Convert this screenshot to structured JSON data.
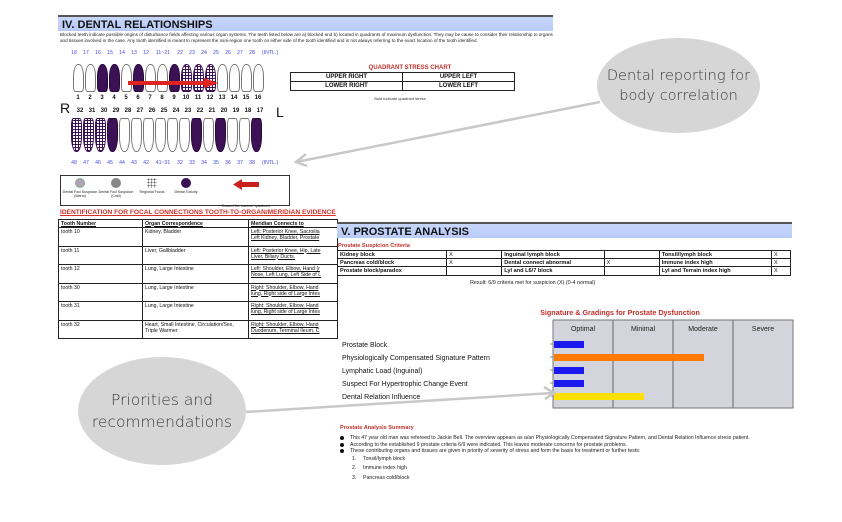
{
  "dental": {
    "title": "IV. DENTAL RELATIONSHIPS",
    "intro": "Blocked teeth indicate possible origins of disturbance fields affecting various organ systems. The teeth listed below are a) blocked and b) located in quadrants of maximum dysfunction. They may be cause to consider their relationship to organs and tissues involved in the case. Any tooth identified is meant to represent the mini-region one tooth on either side of the tooth identified and is not always referring to the exact location of the tooth identified.",
    "intl_upper": [
      "18",
      "17",
      "16",
      "15",
      "14",
      "13",
      "12",
      "11~21",
      "22",
      "23",
      "24",
      "25",
      "26",
      "27",
      "28",
      "(INTL.)"
    ],
    "intl_lower": [
      "48",
      "47",
      "46",
      "45",
      "44",
      "43",
      "42",
      "41~31",
      "32",
      "33",
      "34",
      "35",
      "36",
      "37",
      "38",
      "(INTL.)"
    ],
    "upper_numbers": [
      "1",
      "2",
      "3",
      "4",
      "5",
      "6",
      "7",
      "8",
      "9",
      "10",
      "11",
      "12",
      "13",
      "14",
      "15",
      "16"
    ],
    "lower_numbers": [
      "32",
      "31",
      "30",
      "29",
      "28",
      "27",
      "26",
      "25",
      "24",
      "23",
      "22",
      "21",
      "20",
      "19",
      "18",
      "17"
    ],
    "upper_teeth_status": [
      "normal",
      "normal",
      "toxic",
      "toxic",
      "normal",
      "toxic",
      "normal",
      "normal",
      "toxic",
      "check",
      "check",
      "check",
      "normal",
      "normal",
      "normal",
      "normal"
    ],
    "lower_teeth_status": [
      "check",
      "check",
      "check",
      "toxic",
      "normal",
      "normal",
      "normal",
      "normal",
      "normal",
      "normal",
      "toxic",
      "normal",
      "toxic",
      "normal",
      "normal",
      "toxic"
    ],
    "right_label": "R",
    "left_label": "L",
    "arrow_color": "#e0241f",
    "toxic_color": "#3c1155"
  },
  "quadrant": {
    "title": "QUADRANT STRESS CHART",
    "upper_right": "UPPER RIGHT",
    "upper_left": "UPPER LEFT",
    "lower_right": "LOWER RIGHT",
    "lower_left": "LOWER LEFT",
    "note": "Bold indicate quadrant stress"
  },
  "legend": {
    "items": [
      {
        "icon": "warm-foci-icon",
        "label": "Dental Foci Suspicion (Warm)"
      },
      {
        "icon": "cold-foci-icon",
        "label": "Dental Foci Suspicion (Cold)"
      },
      {
        "icon": "regional-focus-icon",
        "label": "Regional Focus"
      },
      {
        "icon": "dental-toxicity-icon",
        "label": "Dental Toxicity"
      }
    ],
    "arrow_label": "Toward the warmer quadrant"
  },
  "focal": {
    "title": "IDENTIFICATION FOR FOCAL CONNECTIONS TOOTH-TO-ORGAN/MERIDIAN EVIDENCE",
    "headers": [
      "Tooth Number",
      "Organ Correspondence",
      "Meridian Connects to"
    ],
    "rows": [
      {
        "tooth": "tooth 10",
        "organ": "Kidney, Bladder",
        "meridian1": "Left: Posterior Knee, Sacroilia",
        "meridian2": "Left Kidney, Bladder, Prostate"
      },
      {
        "tooth": "tooth 11",
        "organ": "Liver, Gallbladder",
        "meridian1": "Left: Posterior Knee, Hip, Late",
        "meridian2": "Liver, Biliary Ducts."
      },
      {
        "tooth": "tooth 12",
        "organ": "Lung, Large Intestine",
        "meridian1": "Left: Shoulder, Elbow, Hand (r",
        "meridian2": "Nose, Left Lung, Left Side of L"
      },
      {
        "tooth": "tooth 30",
        "organ": "Lung, Large Intestine",
        "meridian1": "Right: Shoulder, Elbow, Hand",
        "meridian2": "lung, Right side of Large Intes"
      },
      {
        "tooth": "tooth 31",
        "organ": "Lung, Large Intestine",
        "meridian1": "Right: Shoulder, Elbow, Hand",
        "meridian2": "lung, Right side of Large Intes"
      },
      {
        "tooth": "tooth 32",
        "organ": "Heart, Small Intestine, Circulation/Sex, Triple Warmer",
        "meridian1": "Right: Shoulder, Elbow, Hand",
        "meridian2": "Duodenum, Terminal Ileum, C"
      }
    ]
  },
  "prostate": {
    "title": "V. PROSTATE ANALYSIS",
    "criteria_title": "Prostate Suspicion Criteria",
    "criteria": [
      [
        {
          "label": "Kidney block",
          "mark": "X"
        },
        {
          "label": "Inguinal lymph block",
          "mark": ""
        },
        {
          "label": "Tonsil/lymph block",
          "mark": "X"
        }
      ],
      [
        {
          "label": "Pancreas cold/block",
          "mark": "X"
        },
        {
          "label": "Dental connect abnormal",
          "mark": "X"
        },
        {
          "label": "Immune index high",
          "mark": "X"
        }
      ],
      [
        {
          "label": "Prostate block/paradox",
          "mark": ""
        },
        {
          "label": "Lyl and L6/7 block",
          "mark": ""
        },
        {
          "label": "Lyl and Terrain index high",
          "mark": "X"
        }
      ]
    ],
    "result": "Result: 6/9 criteria met for suspicion (X) (0-4 normal)",
    "summary_title": "Prostate Analysis Summary",
    "summary_bullets": [
      "This 47 year old man was refereed to Jackie Bell. The overview appears as a/an Physiologically Compensated Signature Pattern, and Dental Relation Influence stress patient.",
      "According to the established 9 prostate criteria 6/9 were indicated. This leaves moderate concerns for prostate problems.",
      "These contributing organs and tissues are given in priority of severity of stress and form the basis for treatment or further tests:"
    ],
    "priority_list": [
      {
        "n": "1.",
        "text": "Tonsil/lymph block"
      },
      {
        "n": "2.",
        "text": "Immune index high"
      },
      {
        "n": "3.",
        "text": "Pancreas cold/block"
      }
    ]
  },
  "chart_data": {
    "type": "bar",
    "orientation": "horizontal",
    "title": "Signature & Gradings for Prostate Dysfunction",
    "categories": [
      "Prostate Block",
      "Physiologically Compensated Signature Pattern",
      "Lymphatic Load (Inguinal)",
      "Suspect For Hypertrophic Change Event",
      "Dental Relation Influence"
    ],
    "values": [
      0.5,
      2.5,
      0.5,
      0.5,
      1.5
    ],
    "colors": [
      "#1a1aee",
      "#ff7a00",
      "#1a1aee",
      "#1a1aee",
      "#ffe000"
    ],
    "grade_labels": [
      "Optimal",
      "Minimal",
      "Moderate",
      "Severe"
    ],
    "xlim": [
      0,
      4
    ],
    "xlabel": "",
    "ylabel": "",
    "background": "#d4d4dc",
    "grid": true
  },
  "callouts": {
    "dental": "Dental reporting for body correlation",
    "priorities": "Priorities and recommendations"
  }
}
